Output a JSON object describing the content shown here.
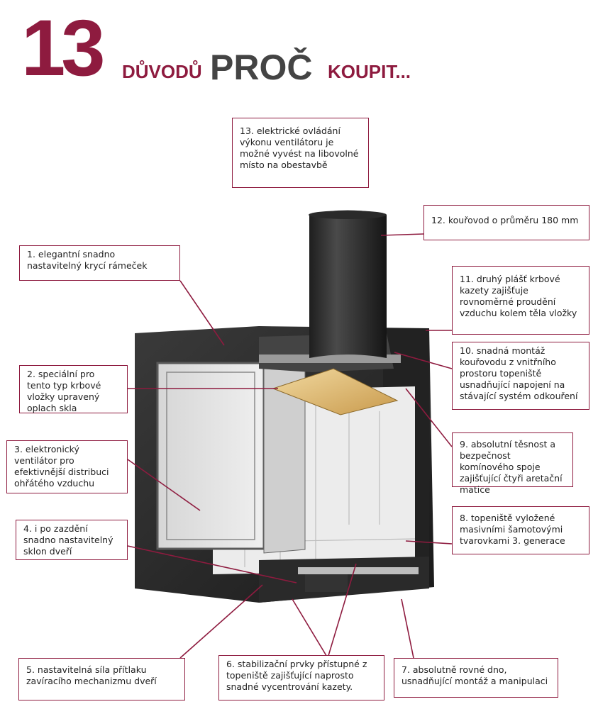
{
  "header": {
    "number": "13",
    "word1": "DŮVODŮ",
    "word2": "PROČ",
    "word3": "KOUPIT..."
  },
  "callouts": [
    {
      "text": "1. elegantní snadno nastavitelný krycí rámeček"
    },
    {
      "text": "2. speciální pro tento typ krbové vložky upravený oplach skla"
    },
    {
      "text": "3. elektronický ventilátor pro efektivnější distribuci ohřátého vzduchu"
    },
    {
      "text": "4. i po zazdění snadno nastavitelný sklon dveří"
    },
    {
      "text": "5. nastavitelná síla přítlaku zavíracího mechanizmu dveří"
    },
    {
      "text": "6. stabilizační prvky přístupné z topeniště zajišťující naprosto snadné  vycentrování kazety."
    },
    {
      "text": "7. absolutně rovné dno, usnadňující montáž a manipulaci"
    },
    {
      "text": "8. topeniště vyložené masivními šamotovými tvarovkami 3. generace"
    },
    {
      "text": "9. absolutní těsnost a bezpečnost komínového spoje zajišťující  čtyři aretační matice"
    },
    {
      "text": "10. snadná montáž kouřovodu z vnitřního prostoru topeniště usnadňující napojení na stávající systém odkouření"
    },
    {
      "text": "11. druhý plášť krbové kazety zajišťuje rovnoměrné proudění vzduchu kolem těla vložky"
    },
    {
      "text": "12. kouřovod o průměru 180 mm"
    },
    {
      "text": "13. elektrické ovládání výkonu ventilátoru je možné vyvést na libovolné místo na obestavbě"
    }
  ],
  "colors": {
    "accent": "#8e1b3f",
    "dark": "#2b2b2b"
  }
}
